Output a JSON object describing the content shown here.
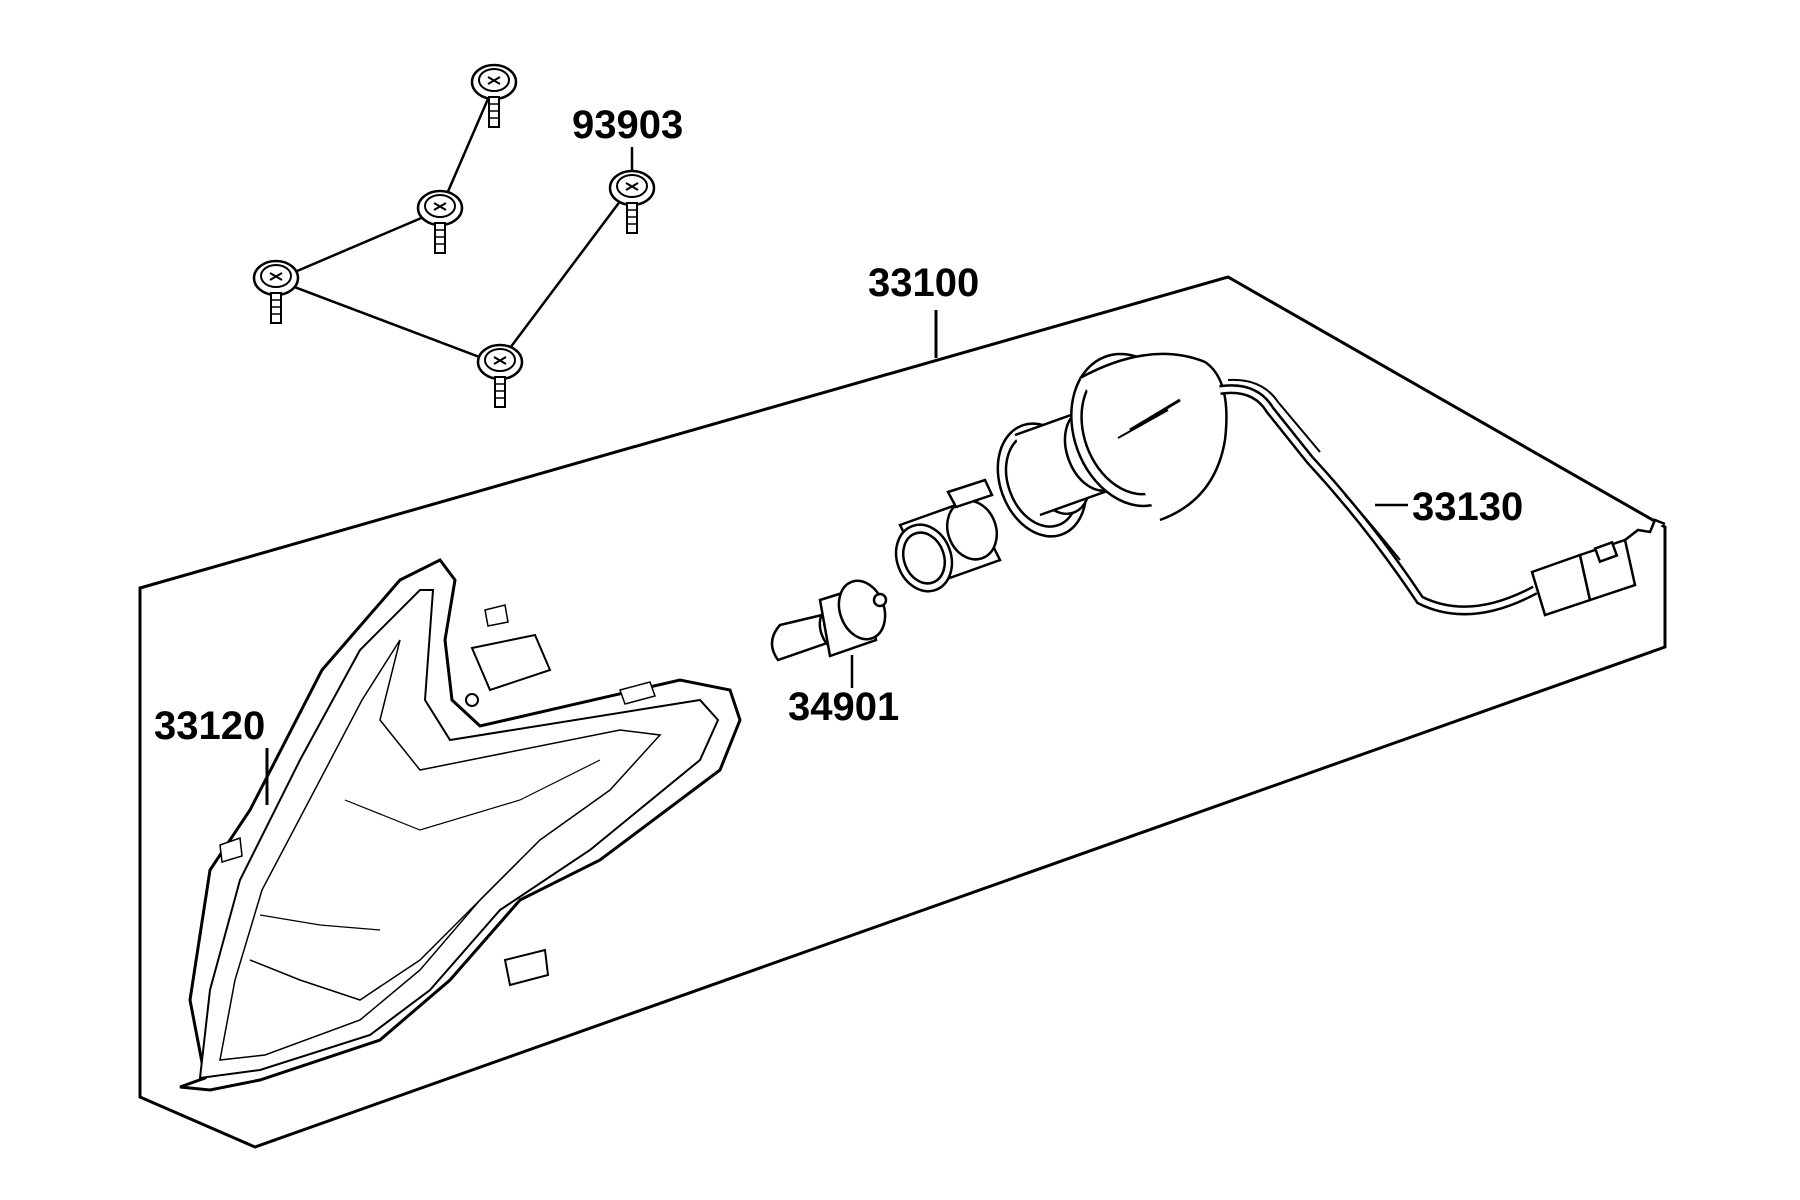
{
  "callouts": {
    "screws": "93903",
    "assembly": "33100",
    "socket_harness": "33130",
    "bulb": "34901",
    "lens": "33120"
  },
  "colors": {
    "line": "#000000",
    "background": "#ffffff"
  }
}
